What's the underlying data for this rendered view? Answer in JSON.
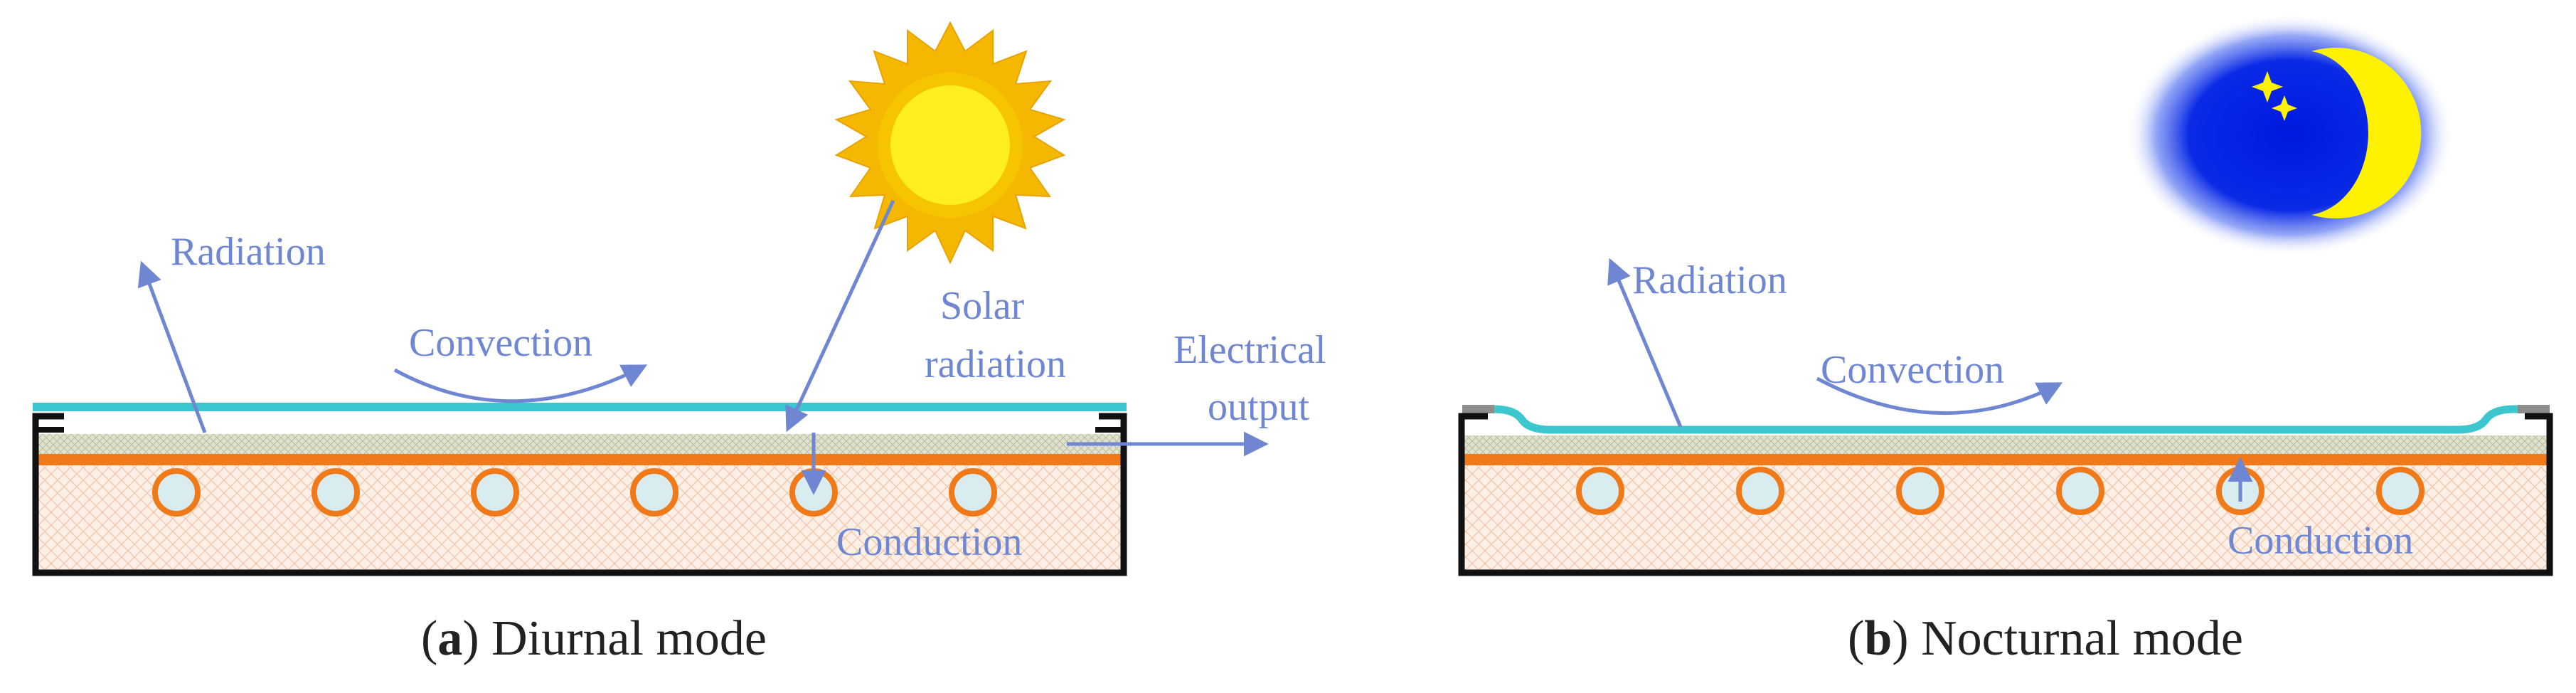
{
  "colors": {
    "arrow": "#6f86d2",
    "label": "#6f86d2",
    "glass": "#3cc7cf",
    "plate": "#f07a1a",
    "tube_fill": "#d9ecf0",
    "insulation": "#fbeee6",
    "pv_layer": "#d8dcc8",
    "frame": "#111111",
    "sun_rays": "#f5b800",
    "sun_core": "#ffee20",
    "night_sky": "#0a22d8",
    "moon": "#fff200"
  },
  "panel_a": {
    "labels": {
      "radiation": "Radiation",
      "convection": "Convection",
      "solar_radiation_line1": "Solar",
      "solar_radiation_line2": "radiation",
      "electrical_output_line1": "Electrical",
      "electrical_output_line2": "output",
      "conduction": "Conduction"
    },
    "caption": {
      "letter": "a",
      "open": "(",
      "close": ")",
      "text": " Diurnal mode"
    },
    "icon": "sun-icon"
  },
  "panel_b": {
    "labels": {
      "radiation": "Radiation",
      "convection": "Convection",
      "conduction": "Conduction"
    },
    "caption": {
      "letter": "b",
      "open": "(",
      "close": ")",
      "text": " Nocturnal mode"
    },
    "icon": "moon-icon"
  }
}
